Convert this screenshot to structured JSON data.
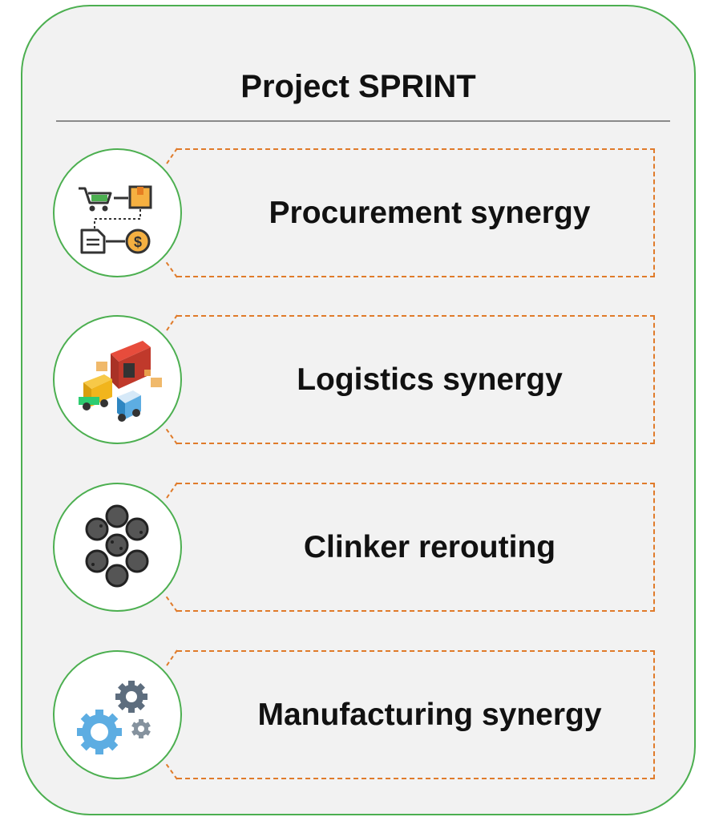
{
  "title": "Project SPRINT",
  "items": [
    {
      "label": "Procurement synergy",
      "icon": "procurement-icon"
    },
    {
      "label": "Logistics synergy",
      "icon": "logistics-icon"
    },
    {
      "label": "Clinker rerouting",
      "icon": "clinker-icon"
    },
    {
      "label": "Manufacturing synergy",
      "icon": "gears-icon"
    }
  ],
  "colors": {
    "panel_border": "#4caf50",
    "panel_fill": "#f2f2f2",
    "dashed_border": "#e07b2a",
    "rule": "#8a8a8a"
  }
}
